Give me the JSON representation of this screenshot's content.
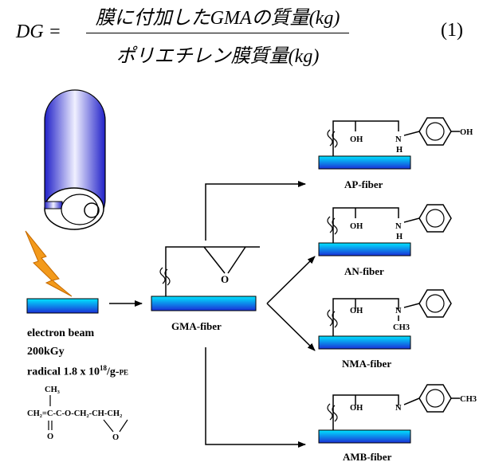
{
  "equation": {
    "lhs": "DG =",
    "numerator": "膜に付加したGMAの質量(kg)",
    "denominator": "ポリエチレン膜質量(kg)",
    "number": "(1)"
  },
  "labels": {
    "electron_beam": "electron beam",
    "dose": "200kGy",
    "radical_prefix": "radical 1.8 x 10",
    "radical_exp": "18",
    "radical_unit": "/g-",
    "radical_unit_sub": "PE",
    "gma_fiber": "GMA-fiber",
    "ap_fiber": "AP-fiber",
    "an_fiber": "AN-fiber",
    "nma_fiber": "NMA-fiber",
    "amb_fiber": "AMB-fiber"
  },
  "chem": {
    "oh": "OH",
    "n": "N",
    "h": "H",
    "o": "O",
    "ch3": "CH3",
    "ch3_sub": "CH₃",
    "gma_chain": "CH₂=C-C-O-CH₂-CH-CH₂",
    "gma_o": "O",
    "gma_epoxy_o": "O"
  },
  "colors": {
    "fiber_top": "#00e5ff",
    "fiber_bottom": "#1a2fd6",
    "lightning": "#f39a1b",
    "drum": "#3a3ae0"
  }
}
